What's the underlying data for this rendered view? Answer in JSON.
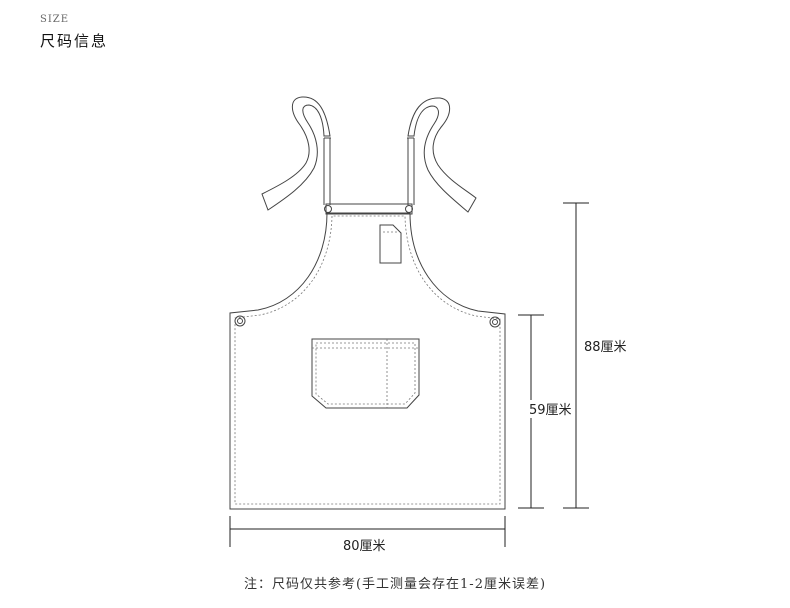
{
  "header": {
    "label_en": "SIZE",
    "title": "尺码信息"
  },
  "dimensions": {
    "total_length": "88厘米",
    "body_length": "59厘米",
    "width": "80厘米"
  },
  "note": "注：尺码仅共参考(手工测量会存在1-2厘米误差)"
}
